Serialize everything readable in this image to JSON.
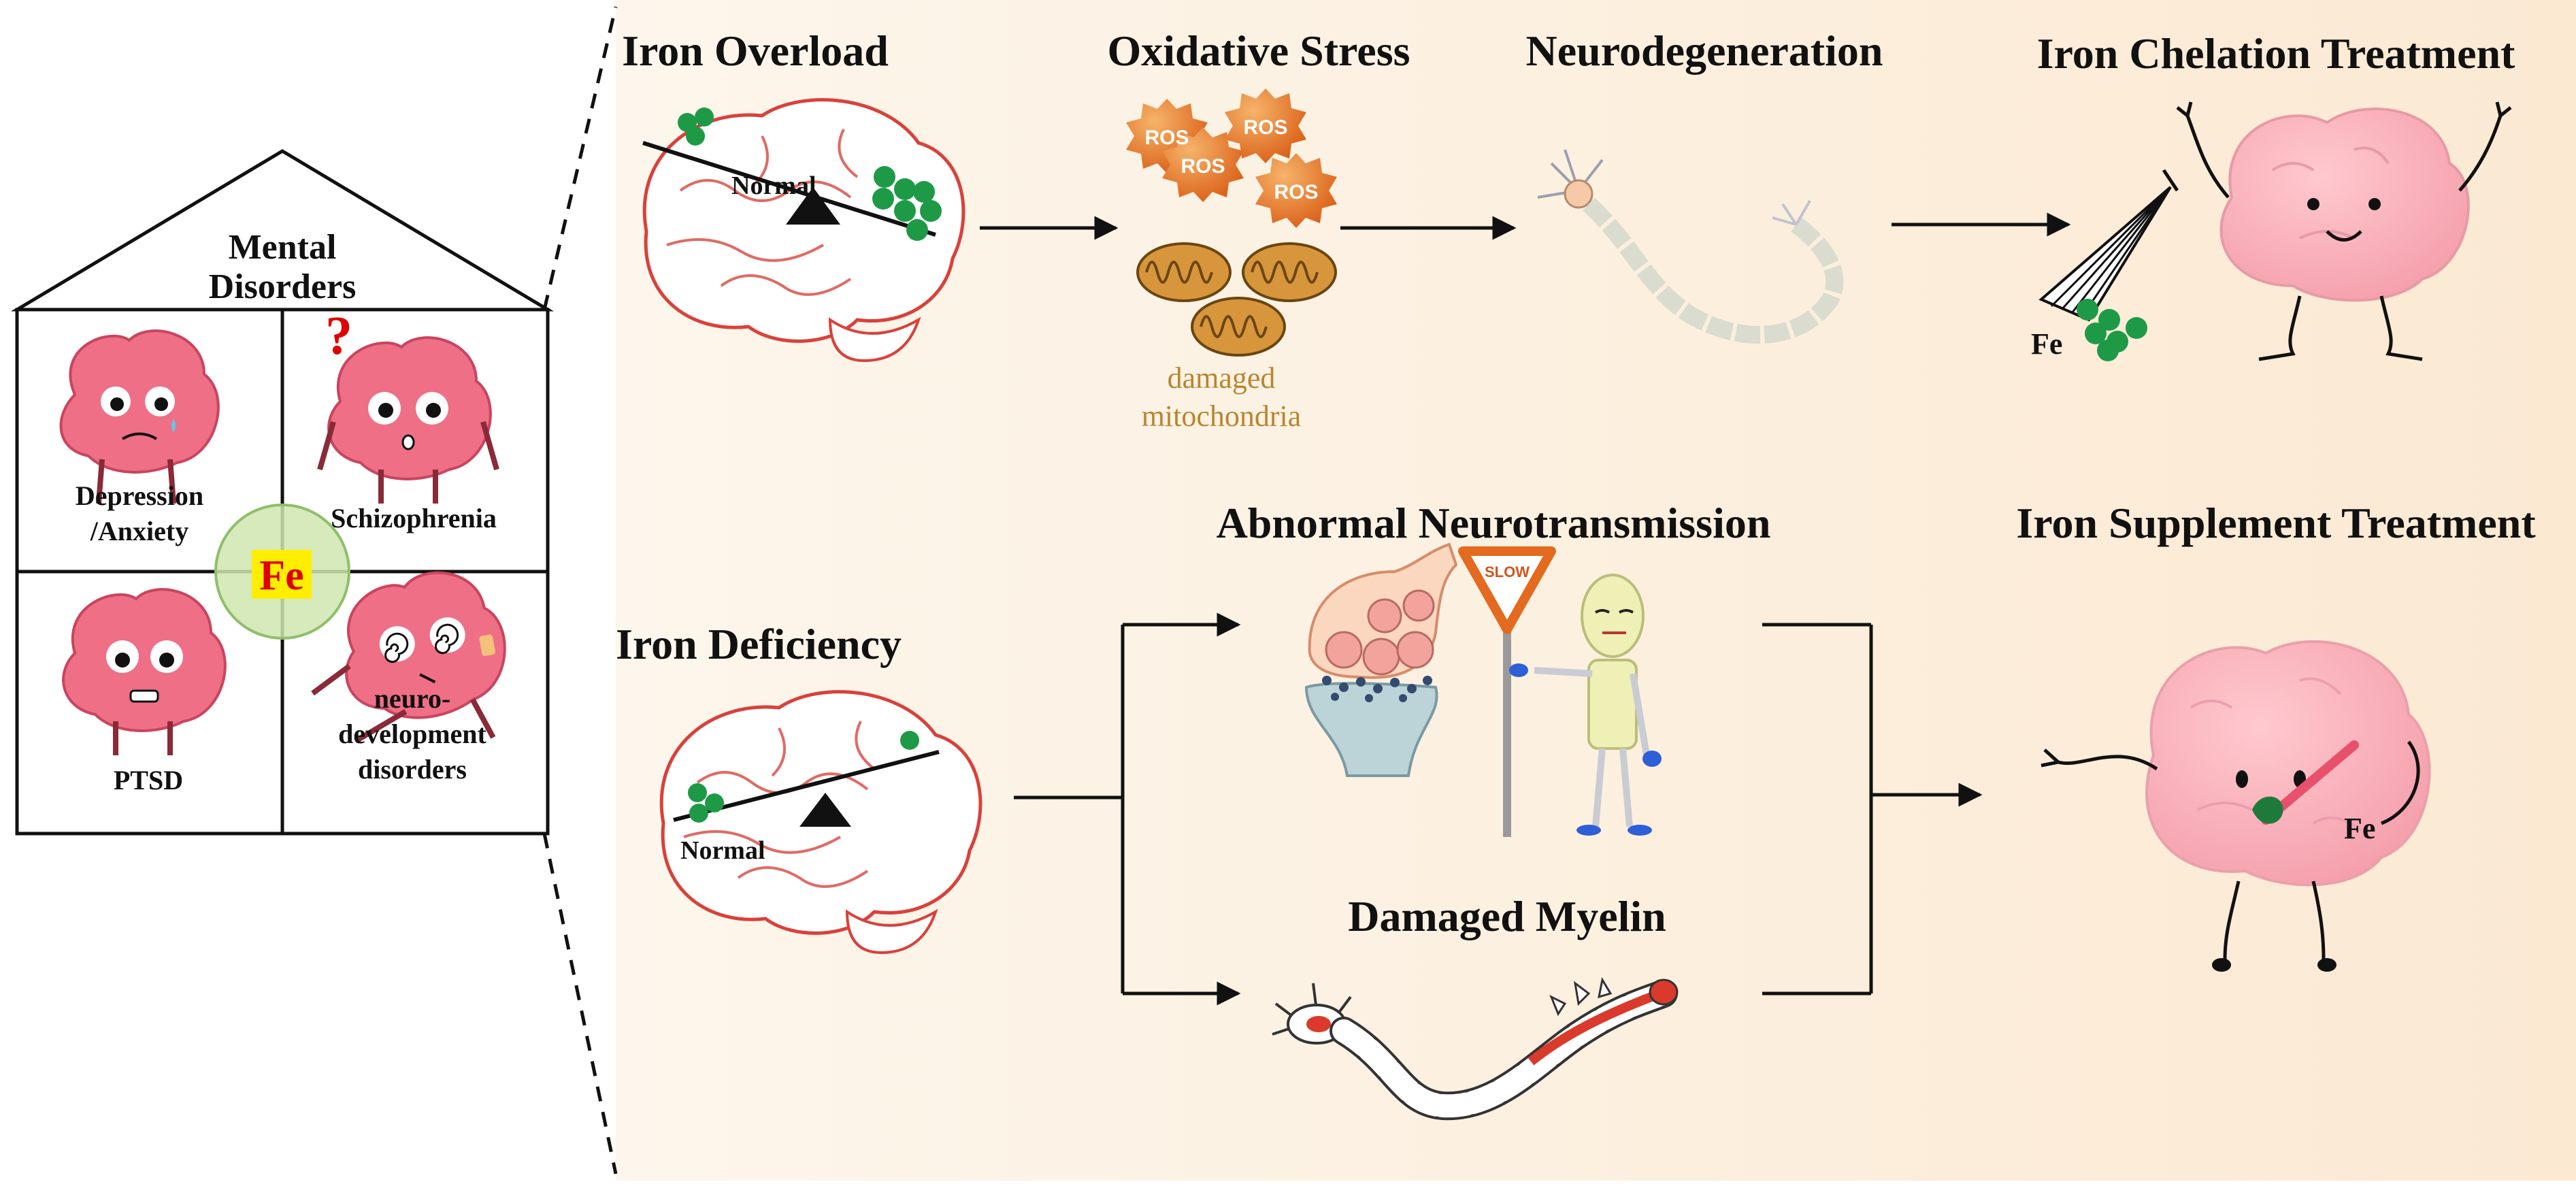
{
  "left_panel": {
    "house_title": "Mental\nDisorders",
    "question_mark": "?",
    "disorders": {
      "depression": "Depression\n/Anxiety",
      "schizophrenia": "Schizophrenia",
      "ptsd": "PTSD",
      "neurodevelopment": "neuro-\ndevelopment\ndisorders"
    },
    "center_badge": "Fe"
  },
  "top_row": {
    "iron_overload": {
      "title": "Iron Overload",
      "balance_label": "Normal"
    },
    "oxidative_stress": {
      "title": "Oxidative Stress",
      "ros_label": "ROS",
      "mito_label": "damaged\nmitochondria"
    },
    "neurodegeneration": {
      "title": "Neurodegeneration"
    },
    "iron_chelation": {
      "title": "Iron Chelation Treatment",
      "fe_label": "Fe"
    }
  },
  "bottom_row": {
    "iron_deficiency": {
      "title": "Iron Deficiency",
      "balance_label": "Normal"
    },
    "abnormal_neurotransmission": {
      "title": "Abnormal Neurotransmission",
      "sign_text": "SLOW"
    },
    "damaged_myelin": {
      "title": "Damaged Myelin"
    },
    "iron_supplement": {
      "title": "Iron Supplement Treatment",
      "fe_label": "Fe"
    }
  },
  "colors": {
    "panel_background": "#fcefdc",
    "brain_pink": "#ee6f86",
    "brain_outline": "#d9413b",
    "iron_green": "#1e9a47",
    "ros_orange": "#e0691f",
    "mito_gold": "#d7963b",
    "fe_red": "#e00000",
    "fe_yellow": "#ffee00",
    "badge_green": "#cfe6b0"
  }
}
